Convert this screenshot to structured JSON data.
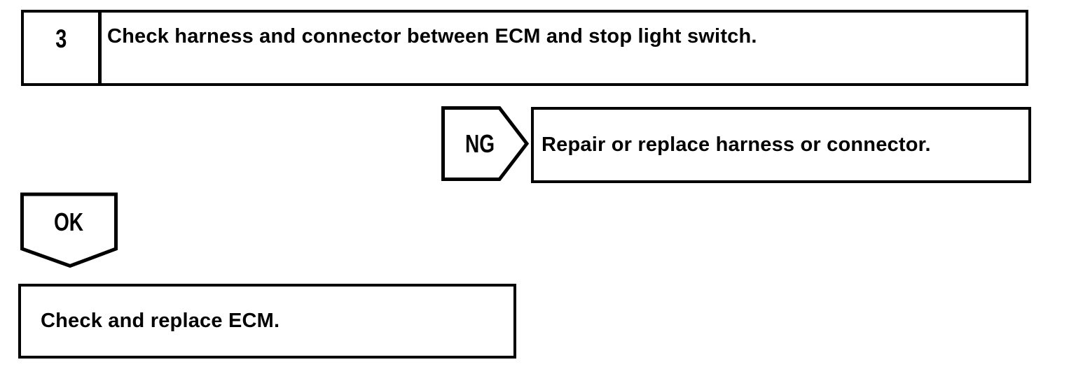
{
  "page": {
    "background": "#ffffff",
    "ink": "#000000"
  },
  "flowchart": {
    "step_box": {
      "number": "3",
      "instruction": "Check harness and connector between ECM and stop light switch."
    },
    "ng_branch": {
      "connector_label": "NG",
      "action": "Repair or replace harness or connector."
    },
    "ok_branch": {
      "connector_label": "OK",
      "action": "Check and replace ECM."
    }
  }
}
